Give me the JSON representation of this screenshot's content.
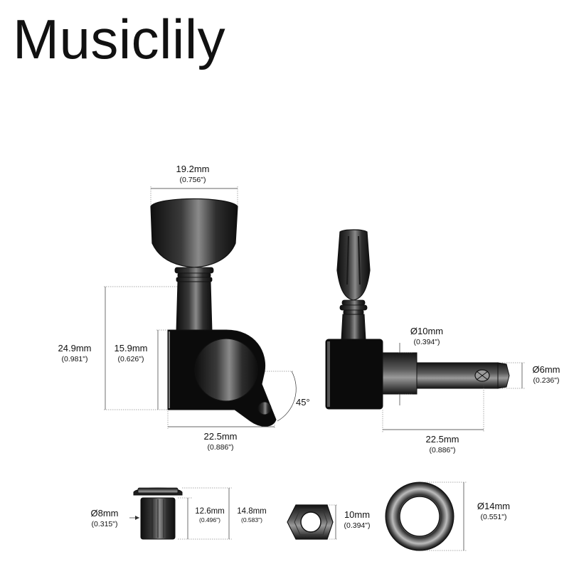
{
  "brand": {
    "name": "Musiclily"
  },
  "dimensions": {
    "button_width": {
      "mm": "19.2mm",
      "in": "(0.756\")"
    },
    "total_height": {
      "mm": "24.9mm",
      "in": "(0.981\")"
    },
    "housing_height": {
      "mm": "15.9mm",
      "in": "(0.626\")"
    },
    "housing_width": {
      "mm": "22.5mm",
      "in": "(0.886\")"
    },
    "angle": {
      "value": "45°"
    },
    "bushing_dia": {
      "mm": "Ø10mm",
      "in": "(0.394\")"
    },
    "post_dia": {
      "mm": "Ø6mm",
      "in": "(0.236\")"
    },
    "post_length": {
      "mm": "22.5mm",
      "in": "(0.886\")"
    },
    "ferrule_dia": {
      "mm": "Ø8mm",
      "in": "(0.315\")"
    },
    "ferrule_h1": {
      "mm": "12.6mm",
      "in": "(0.496\")"
    },
    "ferrule_h2": {
      "mm": "14.8mm",
      "in": "(0.583\")"
    },
    "nut_size": {
      "mm": "10mm",
      "in": "(0.394\")"
    },
    "washer_dia": {
      "mm": "Ø14mm",
      "in": "(0.551\")"
    }
  },
  "colors": {
    "part_fill": "#111111",
    "metal_dark": "#1a1a1a",
    "metal_mid": "#6b6b6b",
    "metal_light": "#cfcfcf",
    "background": "#ffffff"
  }
}
